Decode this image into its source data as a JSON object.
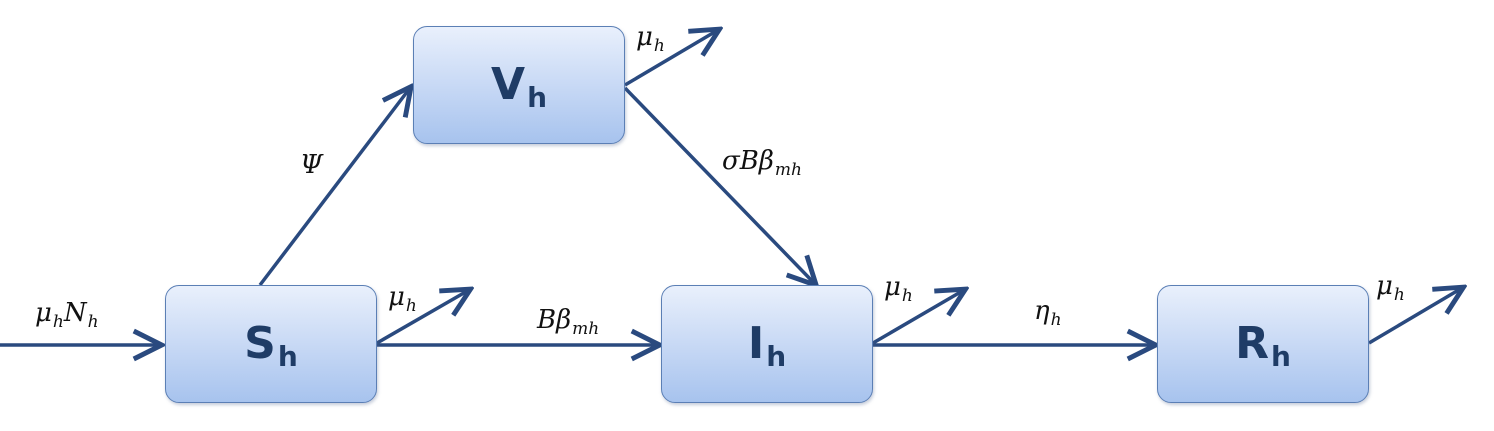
{
  "compartments": {
    "s": {
      "main": "S",
      "sub": "h"
    },
    "v": {
      "main": "V",
      "sub": "h"
    },
    "i": {
      "main": "I",
      "sub": "h"
    },
    "r": {
      "main": "R",
      "sub": "h"
    }
  },
  "rates": {
    "recruitment": {
      "a": "μ",
      "a_sub": "h",
      "b": "N",
      "b_sub": "h"
    },
    "vaccination": {
      "main": "Ψ"
    },
    "vaccinated_infection": {
      "main": "σBβ",
      "sub": "mh"
    },
    "infection": {
      "main": "Bβ",
      "sub": "mh"
    },
    "recovery": {
      "main": "η",
      "sub": "h"
    },
    "death_s": {
      "main": "μ",
      "sub": "h"
    },
    "death_v": {
      "main": "μ",
      "sub": "h"
    },
    "death_i": {
      "main": "μ",
      "sub": "h"
    },
    "death_r": {
      "main": "μ",
      "sub": "h"
    }
  },
  "colors": {
    "arrow": "#2a4a7f",
    "box_border": "#5b7fb5",
    "box_text": "#1f3c66"
  }
}
